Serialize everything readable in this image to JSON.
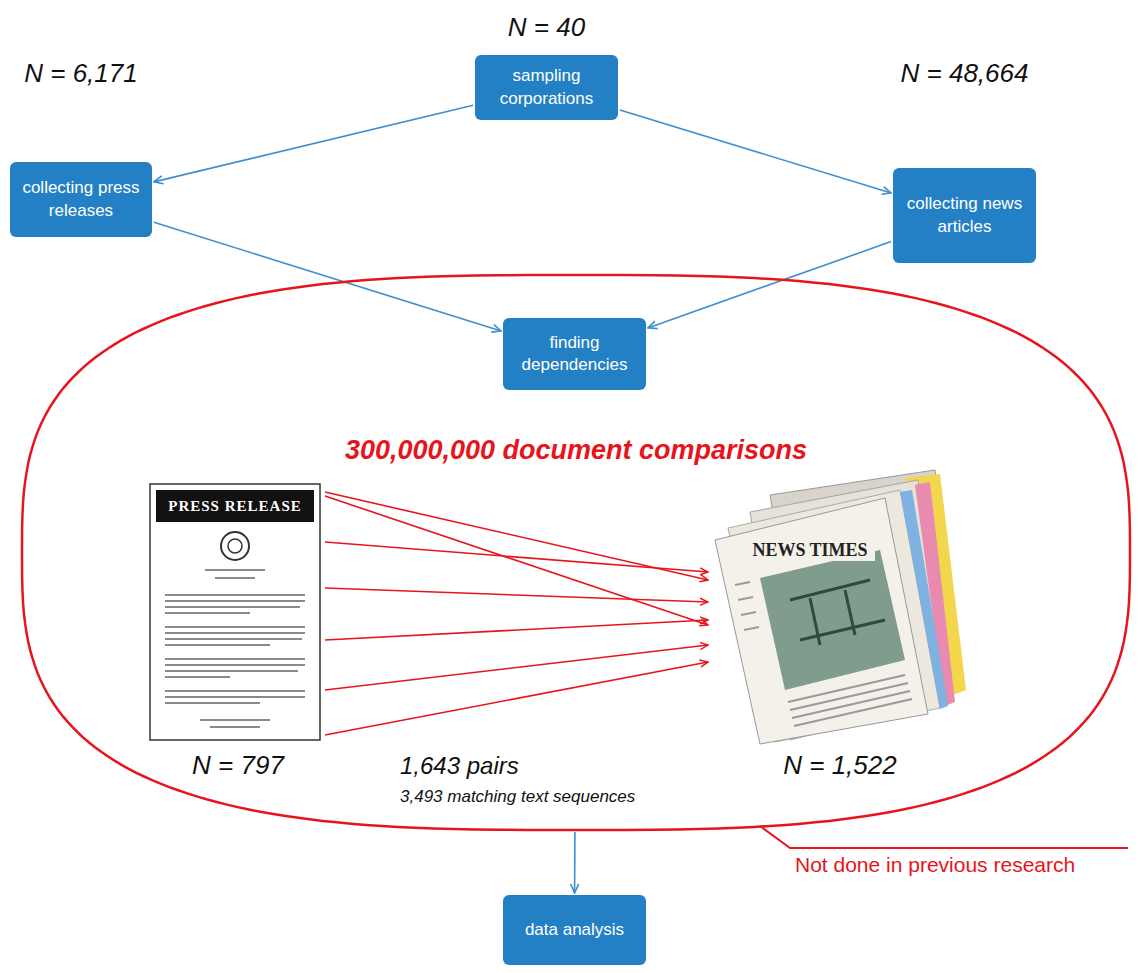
{
  "diagram": {
    "nodes": [
      {
        "text": [
          "N = 40",
          "sampling corporations"
        ]
      },
      {
        "text": [
          "N = 6,171",
          "collecting press releases"
        ]
      },
      {
        "text": [
          "N = 48,664",
          "collecting news articles"
        ]
      },
      {
        "text": [
          "300,000,000 document comparisons",
          "N = 797",
          "1,643 pairs",
          "3,493 matching text sequences",
          "N = 1,522"
        ]
      },
      {
        "text": [
          "finding dependencies"
        ],
        "in": 3
      },
      {
        "text": [
          "data analysis"
        ]
      }
    ],
    "edges": [
      {
        "from": 0,
        "to": 1,
        "arrow": "to"
      },
      {
        "from": 0,
        "to": 2,
        "arrow": "to"
      },
      {
        "from": 1,
        "to": 4,
        "arrow": "to"
      },
      {
        "from": 2,
        "to": 4,
        "arrow": "to"
      },
      {
        "from": 3,
        "to": 5,
        "arrow": "to"
      }
    ],
    "labels": [
      "PRESS RELEASE",
      "NEWS TIMES",
      "Not done in previous research"
    ]
  }
}
